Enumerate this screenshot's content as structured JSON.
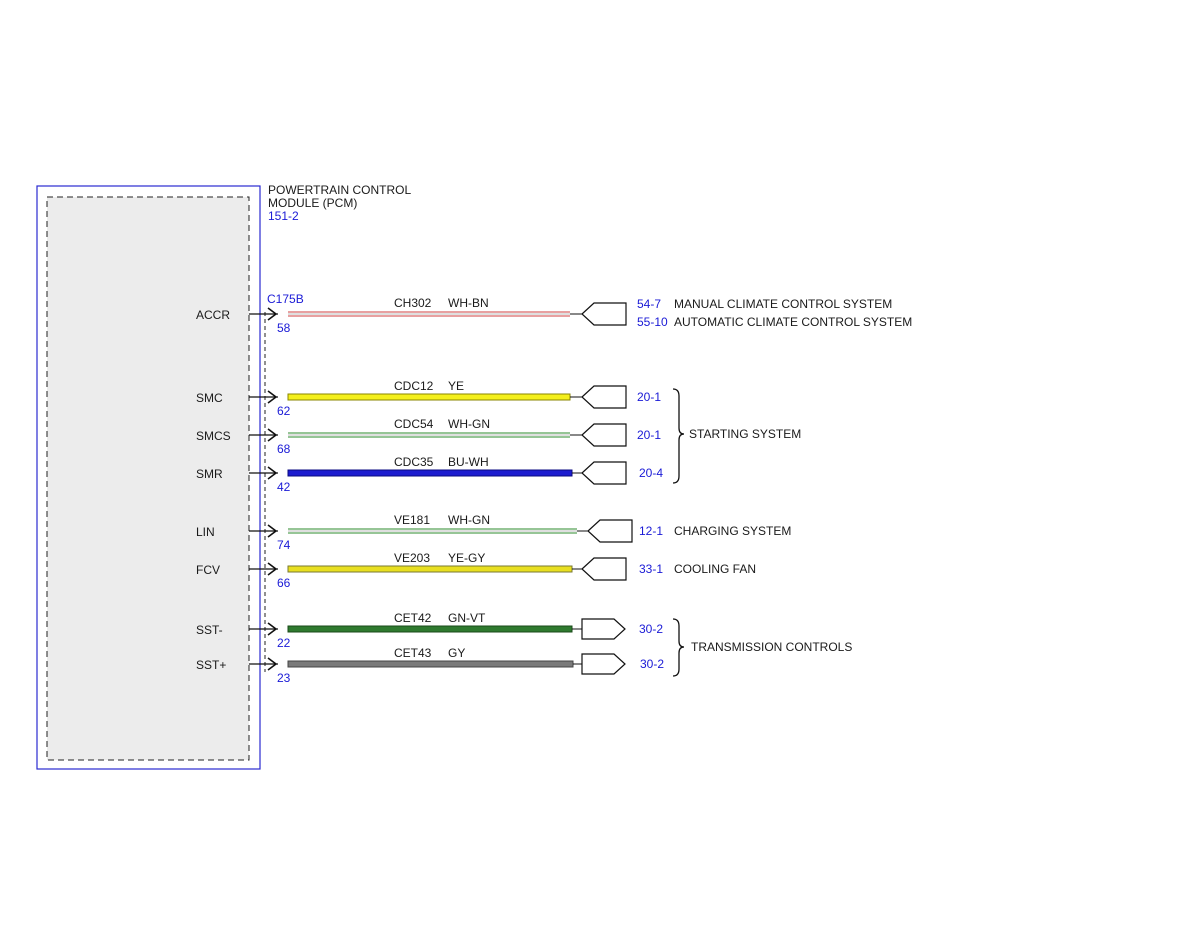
{
  "module": {
    "title_line1": "POWERTRAIN CONTROL",
    "title_line2": "MODULE (PCM)",
    "ref": "151-2",
    "connector": "C175B"
  },
  "colors": {
    "module_border": "#2a2ad0",
    "module_fill": "#ececec",
    "ref_text": "#1a1ad6"
  },
  "wires": [
    {
      "pin_label": "ACCR",
      "pin": "58",
      "circuit": "CH302",
      "color": "WH-BN",
      "stripe": "#ffffff",
      "trace": "#d04040",
      "style": "double",
      "dest_ref": "54-7",
      "dest_ref2": "55-10",
      "dest_label": "MANUAL CLIMATE CONTROL SYSTEM",
      "dest_label2": "AUTOMATIC CLIMATE CONTROL SYSTEM"
    },
    {
      "pin_label": "SMC",
      "pin": "62",
      "circuit": "CDC12",
      "color": "YE",
      "stripe": "#f4ef1c",
      "trace": "#8a8600",
      "style": "solid",
      "dest_ref": "20-1",
      "dest_label": ""
    },
    {
      "pin_label": "SMCS",
      "pin": "68",
      "circuit": "CDC54",
      "color": "WH-GN",
      "stripe": "#ffffff",
      "trace": "#2e8b2e",
      "style": "double",
      "dest_ref": "20-1",
      "dest_label": ""
    },
    {
      "pin_label": "SMR",
      "pin": "42",
      "circuit": "CDC35",
      "color": "BU-WH",
      "stripe": "#1c1ccf",
      "trace": "#0a0a80",
      "style": "solid",
      "dest_ref": "20-4",
      "dest_label": ""
    },
    {
      "pin_label": "LIN",
      "pin": "74",
      "circuit": "VE181",
      "color": "WH-GN",
      "stripe": "#ffffff",
      "trace": "#2e8b2e",
      "style": "double",
      "dest_ref": "12-1",
      "dest_label": "CHARGING SYSTEM"
    },
    {
      "pin_label": "FCV",
      "pin": "66",
      "circuit": "VE203",
      "color": "YE-GY",
      "stripe": "#e8df20",
      "trace": "#7a7a30",
      "style": "solid",
      "dest_ref": "33-1",
      "dest_label": "COOLING FAN"
    },
    {
      "pin_label": "SST-",
      "pin": "22",
      "circuit": "CET42",
      "color": "GN-VT",
      "stripe": "#2f7a2f",
      "trace": "#1a4a1a",
      "style": "solid",
      "dest_ref": "30-2",
      "dest_label": ""
    },
    {
      "pin_label": "SST+",
      "pin": "23",
      "circuit": "CET43",
      "color": "GY",
      "stripe": "#7a7a7a",
      "trace": "#444444",
      "style": "solid",
      "dest_ref": "30-2",
      "dest_label": ""
    }
  ],
  "groups": {
    "starting": "STARTING SYSTEM",
    "transmission": "TRANSMISSION CONTROLS"
  }
}
